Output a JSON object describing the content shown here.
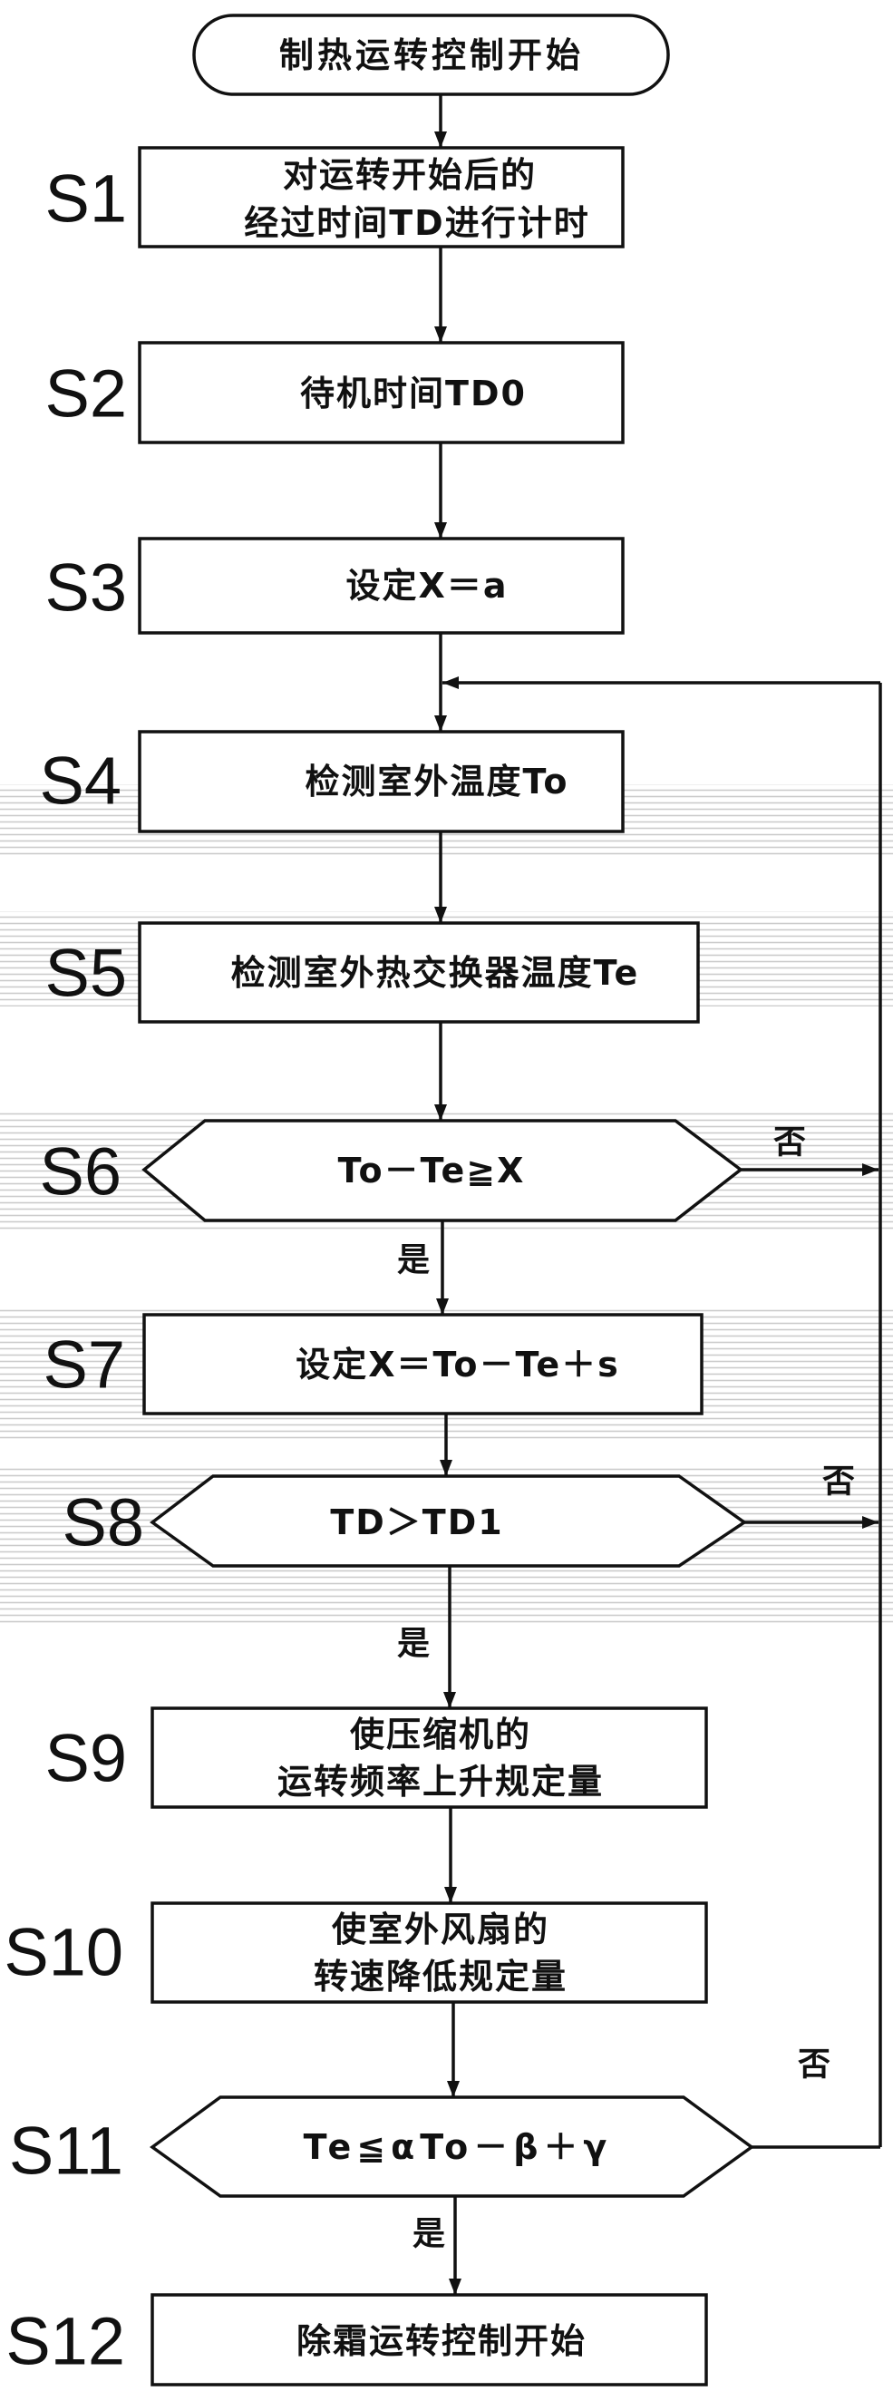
{
  "diagram": {
    "start": {
      "text": "制热运转控制开始"
    },
    "s1": {
      "label": "S1",
      "lines": [
        "对运转开始后的",
        "经过时间TD进行计时"
      ]
    },
    "s2": {
      "label": "S2",
      "text": "待机时间TD0"
    },
    "s3": {
      "label": "S3",
      "text": "设定X＝a"
    },
    "s4": {
      "label": "S4",
      "text": "检测室外温度To"
    },
    "s5": {
      "label": "S5",
      "text": "检测室外热交换器温度Te"
    },
    "s6": {
      "label": "S6",
      "text": "To－Te≧X",
      "yes": "是",
      "no": "否"
    },
    "s7": {
      "label": "S7",
      "text": "设定X＝To－Te＋s"
    },
    "s8": {
      "label": "S8",
      "text": "TD＞TD1",
      "yes": "是",
      "no": "否"
    },
    "s9": {
      "label": "S9",
      "lines": [
        "使压缩机的",
        "运转频率上升规定量"
      ]
    },
    "s10": {
      "label": "S10",
      "lines": [
        "使室外风扇的",
        "转速降低规定量"
      ]
    },
    "s11": {
      "label": "S11",
      "text": "Te≦αTo－β＋γ",
      "yes": "是",
      "no": "否"
    },
    "s12": {
      "label": "S12",
      "text": "除霜运转控制开始"
    }
  },
  "colors": {
    "ink": "#111111",
    "paper": "#ffffff",
    "scan_lines": "#8c8c8c"
  }
}
